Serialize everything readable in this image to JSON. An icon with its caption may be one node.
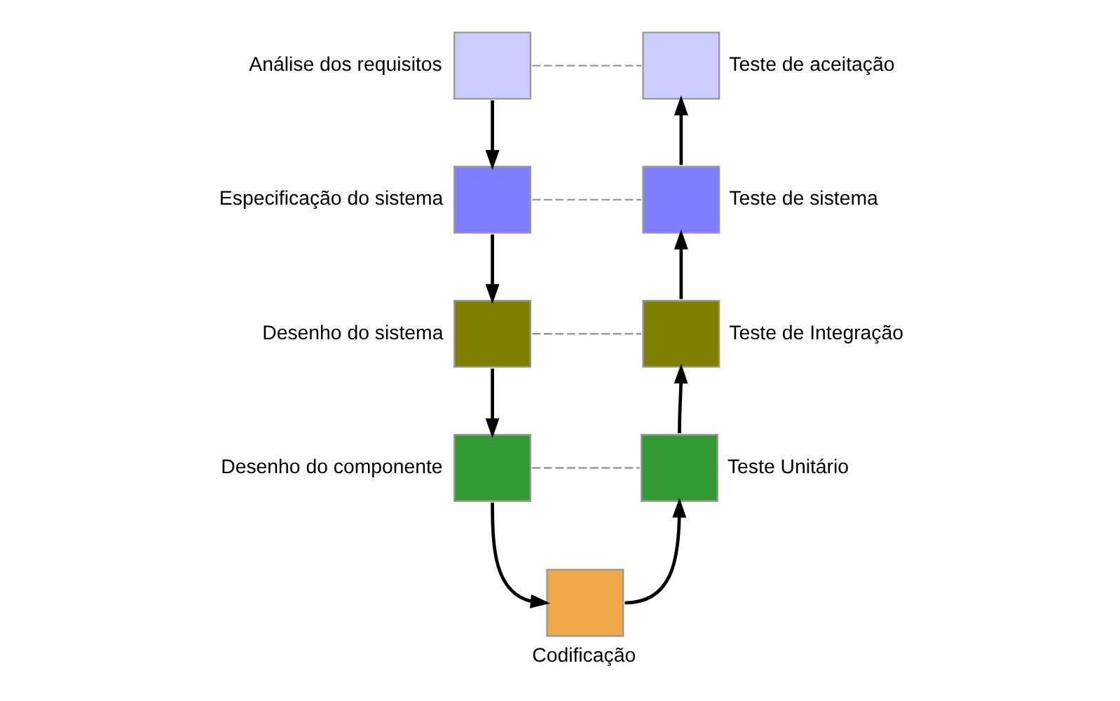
{
  "diagram": {
    "nodes": [
      {
        "text": [
          "Análise dos requisitos"
        ]
      },
      {
        "text": [
          "Especificação do sistema"
        ]
      },
      {
        "text": [
          "Desenho do sistema"
        ]
      },
      {
        "text": [
          "Desenho do componente"
        ]
      },
      {
        "text": [
          "Codificação"
        ]
      },
      {
        "text": [
          "Teste Unitário"
        ]
      },
      {
        "text": [
          "Teste de Integração"
        ]
      },
      {
        "text": [
          "Teste de sistema"
        ]
      },
      {
        "text": [
          "Teste de aceitação"
        ]
      }
    ],
    "edges": [
      {
        "from": 0,
        "to": 1,
        "arrow": "to"
      },
      {
        "from": 1,
        "to": 2,
        "arrow": "to"
      },
      {
        "from": 2,
        "to": 3,
        "arrow": "to"
      },
      {
        "from": 3,
        "to": 4,
        "arrow": "to"
      },
      {
        "from": 4,
        "to": 5,
        "arrow": "to"
      },
      {
        "from": 5,
        "to": 6,
        "arrow": "to"
      },
      {
        "from": 6,
        "to": 7,
        "arrow": "to"
      },
      {
        "from": 7,
        "to": 8,
        "arrow": "to"
      },
      {
        "from": 0,
        "to": 8,
        "arrow": "none",
        "style": "dashed",
        "color": "#999999"
      },
      {
        "from": 1,
        "to": 7,
        "arrow": "none",
        "style": "dashed",
        "color": "#999999"
      },
      {
        "from": 2,
        "to": 6,
        "arrow": "none",
        "style": "dashed",
        "color": "#999999"
      },
      {
        "from": 3,
        "to": 5,
        "arrow": "none",
        "style": "dashed",
        "color": "#999999"
      }
    ]
  }
}
